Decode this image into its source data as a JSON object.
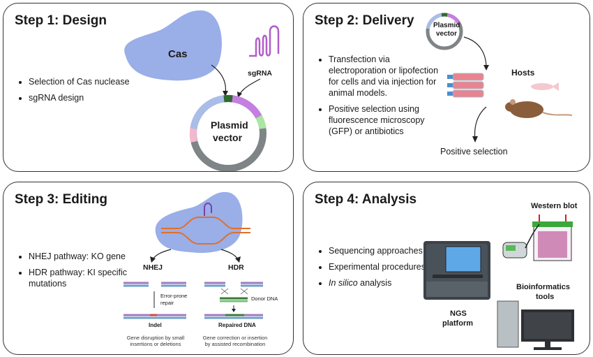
{
  "step1": {
    "title": "Step 1: Design",
    "bullets": [
      "Selection of Cas nuclease",
      "sgRNA design"
    ],
    "cas_label": "Cas",
    "sgrna_label": "sgRNA",
    "plasmid_label_1": "Plasmid",
    "plasmid_label_2": "vector"
  },
  "step2": {
    "title": "Step 2: Delivery",
    "bullets": [
      "Transfection via electroporation or lipofection for cells and via injection for animal models.",
      "Positive selection using fluorescence microscopy (GFP) or antibiotics"
    ],
    "plasmid_label_1": "Plasmid",
    "plasmid_label_2": "vector",
    "hosts_label": "Hosts",
    "positive_label": "Positive selection"
  },
  "step3": {
    "title": "Step 3: Editing",
    "bullets": [
      "NHEJ pathway: KO gene",
      "HDR pathway: KI specific mutations"
    ],
    "nhej_label": "NHEJ",
    "hdr_label": "HDR",
    "error_prone": "Error-prone",
    "repair": "repair",
    "donor_dna": "Donor DNA",
    "indel": "Indel",
    "repaired_dna": "Repaired DNA",
    "nhej_caption": "Gene disruption by small insertions or deletions",
    "hdr_caption": "Gene correction or insertion by assisted recombination"
  },
  "step4": {
    "title": "Step 4: Analysis",
    "bullets": [
      "Sequencing approaches",
      "Experimental procedures"
    ],
    "insilico_italic": "In silico",
    "insilico_rest": " analysis",
    "western_blot": "Western blot",
    "bioinfo_1": "Bioinformatics",
    "bioinfo_2": "tools",
    "ngs_1": "NGS",
    "ngs_2": "platform"
  },
  "colors": {
    "cas_blue": "#9aaee8",
    "plasmid_gray": "#7f8486",
    "plasmid_blue": "#a9bde8",
    "plasmid_purple": "#c57fe0",
    "plasmid_green": "#2f6b2f",
    "sgrna_purple": "#b05cc9"
  }
}
